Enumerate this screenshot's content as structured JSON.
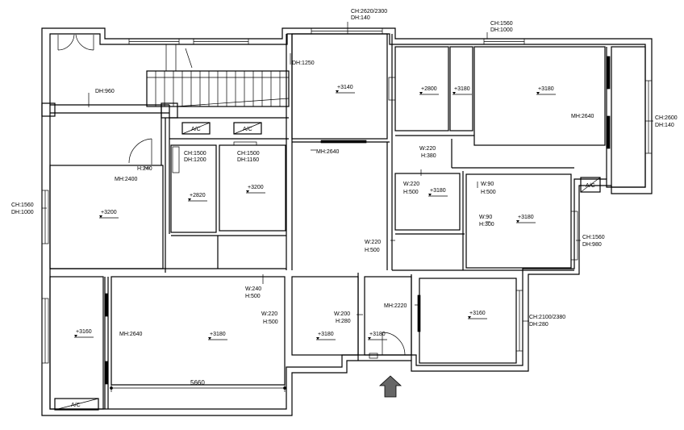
{
  "floor_plan": {
    "openings": [
      {
        "ch": "CH:2620/2300",
        "dh": "DH:140"
      },
      {
        "ch": "CH:1560",
        "dh": "DH:1000"
      },
      {
        "ch": "CH:2600",
        "dh": "DH:140"
      },
      {
        "ch": "CH:1560",
        "dh": "DH:1000"
      },
      {
        "ch": "CH:1560",
        "dh": "DH:980"
      },
      {
        "ch": "CH:2100/2380",
        "dh": "DH:280"
      },
      {
        "ch": "CH:1500",
        "dh": "DH:1200"
      },
      {
        "ch": "CH:1500",
        "dh": "DH:1160"
      }
    ],
    "door_heights": [
      "DH:960",
      "DH:1250"
    ],
    "beams": [
      {
        "w": "W:220",
        "h": "H:380"
      },
      {
        "w": "W:220",
        "h": "H:500"
      },
      {
        "w": "W:90",
        "h": "H:500"
      },
      {
        "w": "W:90",
        "h": "H:300"
      },
      {
        "w": "W:220",
        "h": "H:500"
      },
      {
        "w": "W:240",
        "h": "H:500"
      },
      {
        "w": "W:220",
        "h": "H:500"
      },
      {
        "w": "W:200",
        "h": "H:280"
      }
    ],
    "beam_small": "H:240",
    "mh_labels": [
      "MH:2640",
      "MH:2640",
      "MH:2400",
      "MH:2640",
      "MH:2220"
    ],
    "levels": [
      "+3140",
      "+2800",
      "+3180",
      "+3180",
      "+2820",
      "+3200",
      "+3200",
      "+3180",
      "+3180",
      "+3160",
      "+3180",
      "+3180",
      "+3180",
      "+3160"
    ],
    "ac_units": [
      "A/C",
      "A/C",
      "A/C",
      "A/C"
    ],
    "dimension": "5660"
  }
}
